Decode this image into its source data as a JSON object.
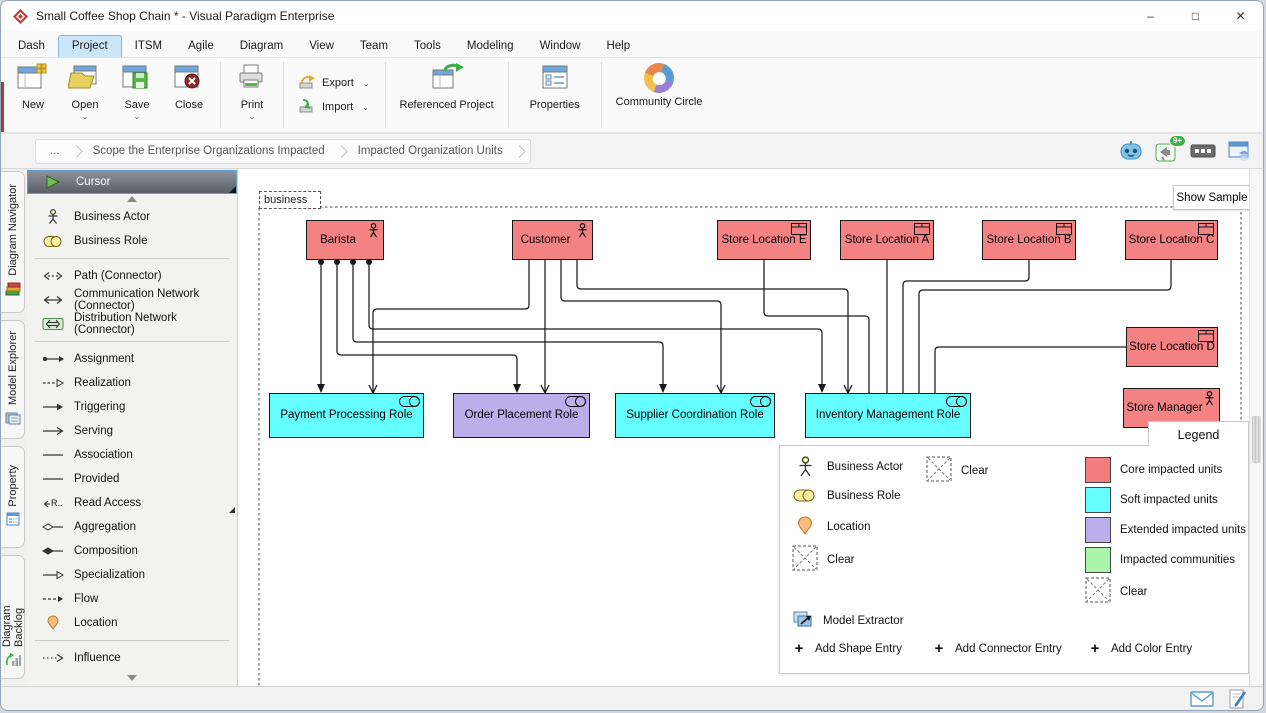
{
  "window": {
    "title": "Small Coffee Shop Chain * - Visual Paradigm Enterprise",
    "controls": {
      "minimize": "–",
      "maximize": "□",
      "close": "✕"
    }
  },
  "menu": {
    "items": [
      {
        "label": "Dash",
        "active": false
      },
      {
        "label": "Project",
        "active": true
      },
      {
        "label": "ITSM",
        "active": false
      },
      {
        "label": "Agile",
        "active": false
      },
      {
        "label": "Diagram",
        "active": false
      },
      {
        "label": "View",
        "active": false
      },
      {
        "label": "Team",
        "active": false
      },
      {
        "label": "Tools",
        "active": false
      },
      {
        "label": "Modeling",
        "active": false
      },
      {
        "label": "Window",
        "active": false
      },
      {
        "label": "Help",
        "active": false
      }
    ]
  },
  "toolbar": {
    "new_label": "New",
    "open_label": "Open",
    "save_label": "Save",
    "close_label": "Close",
    "print_label": "Print",
    "export_label": "Export",
    "import_label": "Import",
    "referenced_project_label": "Referenced Project",
    "properties_label": "Properties",
    "community_circle_label": "Community Circle"
  },
  "breadcrumb": {
    "items": [
      "...",
      "Scope the Enterprise Organizations Impacted",
      "Impacted Organization Units"
    ],
    "actions": [
      {
        "icon": "assistant-robot-icon"
      },
      {
        "icon": "announcements-icon",
        "badge": "9+"
      },
      {
        "icon": "fit-frame-icon"
      },
      {
        "icon": "window-layers-icon"
      }
    ]
  },
  "sidebar": {
    "tabs": [
      {
        "label": "Diagram Navigator",
        "icon": "diagram-navigator-icon"
      },
      {
        "label": "Model Explorer",
        "icon": "model-explorer-icon"
      },
      {
        "label": "Property",
        "icon": "property-icon"
      },
      {
        "label": "Diagram Backlog",
        "icon": "diagram-backlog-icon"
      }
    ]
  },
  "palette": {
    "items": [
      {
        "label": "Cursor",
        "icon": "cursor-icon"
      },
      {
        "label": "Business Actor",
        "icon": "business-actor-icon"
      },
      {
        "label": "Business Role",
        "icon": "business-role-icon"
      },
      {
        "label": "Path (Connector)",
        "icon": "path-connector-icon"
      },
      {
        "label": "Communication Network (Connector)",
        "icon": "communication-network-icon"
      },
      {
        "label": "Distribution Network (Connector)",
        "icon": "distribution-network-icon"
      },
      {
        "label": "Assignment",
        "icon": "assignment-icon"
      },
      {
        "label": "Realization",
        "icon": "realization-icon"
      },
      {
        "label": "Triggering",
        "icon": "triggering-icon"
      },
      {
        "label": "Serving",
        "icon": "serving-icon"
      },
      {
        "label": "Association",
        "icon": "association-icon"
      },
      {
        "label": "Provided",
        "icon": "provided-icon"
      },
      {
        "label": "Read Access",
        "icon": "read-access-icon"
      },
      {
        "label": "Aggregation",
        "icon": "aggregation-icon"
      },
      {
        "label": "Composition",
        "icon": "composition-icon"
      },
      {
        "label": "Specialization",
        "icon": "specialization-icon"
      },
      {
        "label": "Flow",
        "icon": "flow-icon"
      },
      {
        "label": "Location",
        "icon": "location-icon"
      },
      {
        "label": "Influence",
        "icon": "influence-icon"
      }
    ]
  },
  "canvas": {
    "boundary_label": "business",
    "show_sample_button": "Show Sample",
    "colors": {
      "core": "#F48282",
      "soft": "#66FFFF",
      "extended": "#BBAEEB",
      "communities": "#AAF5AA"
    },
    "nodes": [
      {
        "label": "Barista",
        "type": "business-actor"
      },
      {
        "label": "Customer",
        "type": "business-actor"
      },
      {
        "label": "Store Location E",
        "type": "organization-unit"
      },
      {
        "label": "Store Location A",
        "type": "organization-unit"
      },
      {
        "label": "Store Location B",
        "type": "organization-unit"
      },
      {
        "label": "Store Location C",
        "type": "organization-unit"
      },
      {
        "label": "Store Location D",
        "type": "organization-unit"
      },
      {
        "label": "Store Manager",
        "type": "business-actor"
      },
      {
        "label": "Payment Processing Role",
        "type": "business-role"
      },
      {
        "label": "Order Placement Role",
        "type": "business-role"
      },
      {
        "label": "Supplier Coordination Role",
        "type": "business-role"
      },
      {
        "label": "Inventory Management Role",
        "type": "business-role"
      }
    ]
  },
  "legend": {
    "title": "Legend",
    "shape_entries": [
      {
        "label": "Business Actor",
        "icon": "business-actor-icon"
      },
      {
        "label": "Business Role",
        "icon": "business-role-icon"
      },
      {
        "label": "Location",
        "icon": "location-icon"
      },
      {
        "label": "Clear",
        "icon": "clear-icon"
      }
    ],
    "connector_entries": [
      {
        "label": "Clear",
        "icon": "clear-icon"
      }
    ],
    "color_entries": [
      {
        "label": "Core impacted units",
        "color": "#F47C7C"
      },
      {
        "label": "Soft impacted units",
        "color": "#66FFFF"
      },
      {
        "label": "Extended impacted units",
        "color": "#BBAEEB"
      },
      {
        "label": "Impacted communities",
        "color": "#AAF5AA"
      },
      {
        "label": "Clear",
        "color": ""
      }
    ],
    "model_extractor_label": "Model Extractor",
    "add_shape_label": "Add Shape Entry",
    "add_connector_label": "Add Connector Entry",
    "add_color_label": "Add Color Entry"
  },
  "statusbar": {
    "icons": [
      "mail-icon",
      "edit-note-icon"
    ]
  }
}
